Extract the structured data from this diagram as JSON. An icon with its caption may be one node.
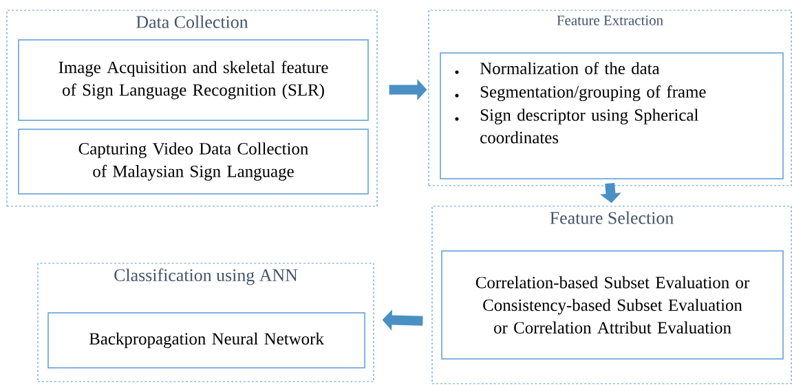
{
  "diagram": {
    "nodes": [
      {
        "text": [
          "Data Collection"
        ]
      },
      {
        "text": [
          "Image Acquisition and skeletal feature of Sign Language Recognition (SLR)"
        ],
        "in": 0
      },
      {
        "text": [
          "Capturing Video Data Collection of Malaysian Sign Language"
        ],
        "in": 0
      },
      {
        "text": [
          "Feature Extraction"
        ]
      },
      {
        "text": [
          "Normalization of the data",
          "Segmentation/grouping of frame",
          "Sign descriptor using Spherical coordinates"
        ],
        "in": 3
      },
      {
        "text": [
          "Feature Selection"
        ]
      },
      {
        "text": [
          "Correlation-based Subset Evaluation or Consistency-based Subset Evaluation or Correlation Attribut Evaluation"
        ],
        "in": 5
      },
      {
        "text": [
          "Classification using ANN"
        ]
      },
      {
        "text": [
          "Backpropagation Neural Network"
        ],
        "in": 7
      }
    ],
    "edges": [
      {
        "from": 0,
        "to": 3,
        "arrow": "to"
      },
      {
        "from": 3,
        "to": 5,
        "arrow": "to"
      },
      {
        "from": 5,
        "to": 7,
        "arrow": "to"
      }
    ]
  }
}
